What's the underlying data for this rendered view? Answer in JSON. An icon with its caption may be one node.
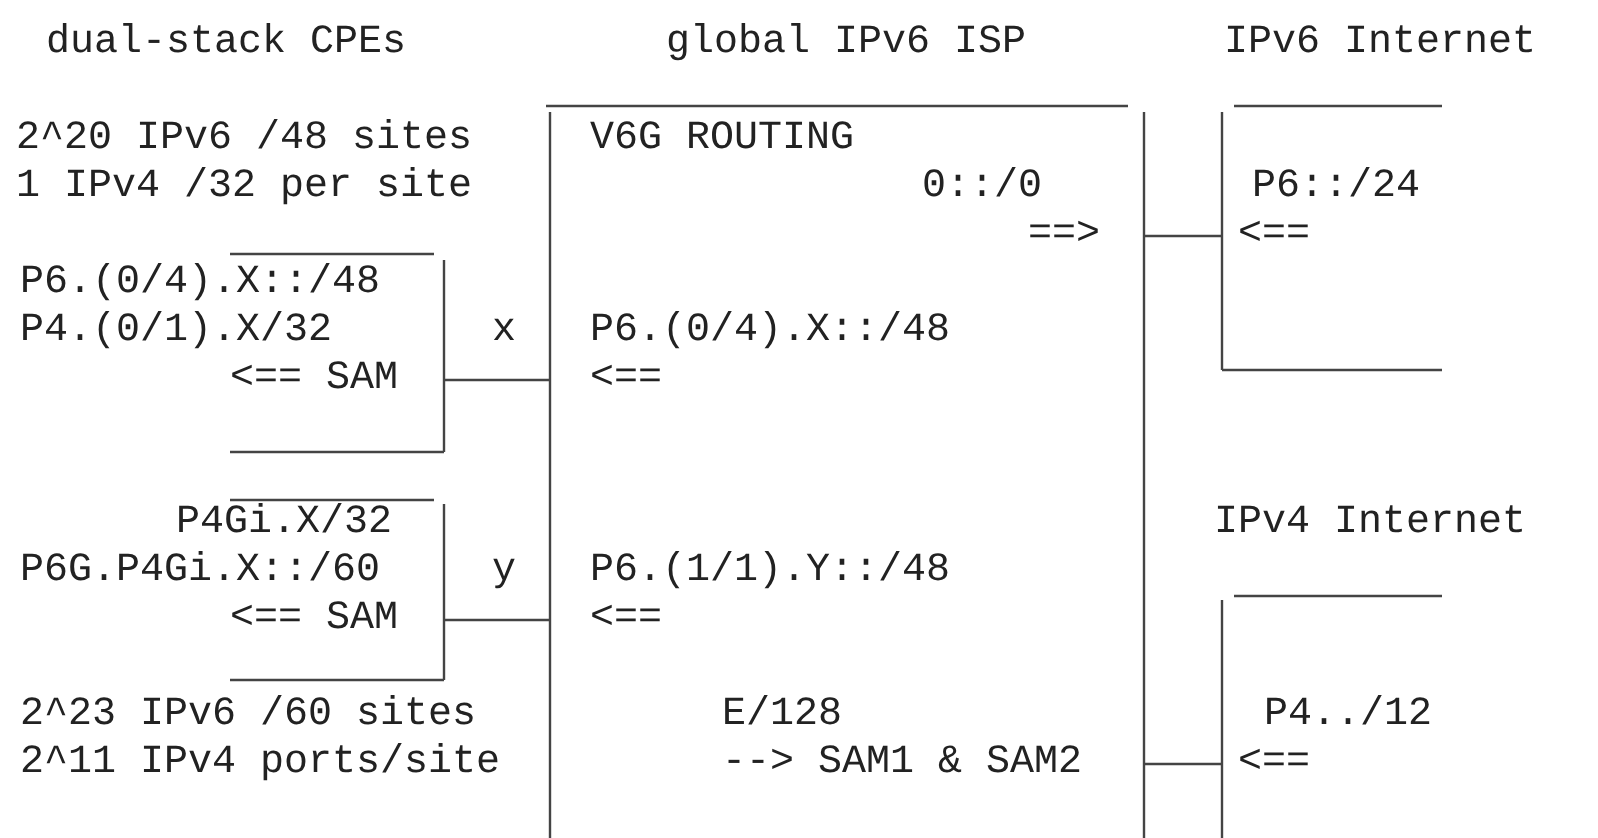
{
  "diagram": {
    "labels": [
      "dual-stack CPEs",
      "global IPv6 ISP",
      "IPv6 Internet",
      "2^20 IPv6 /48 sites",
      "V6G ROUTING",
      "1 IPv4 /32 per site",
      "0::/0",
      "P6::/24",
      "==>",
      "<==",
      "P6.(0/4).X::/48",
      "P4.(0/1).X/32",
      "x",
      "P6.(0/4).X::/48",
      "<== SAM",
      "<==",
      "P4Gi.X/32",
      "IPv4 Internet",
      "P6G.P4Gi.X::/60",
      "y",
      "P6.(1/1).Y::/48",
      "<== SAM",
      "<==",
      "2^23 IPv6 /60 sites",
      "E/128",
      "P4../12",
      "2^11 IPv4 ports/site",
      "--> SAM1 & SAM2",
      "<=="
    ]
  }
}
